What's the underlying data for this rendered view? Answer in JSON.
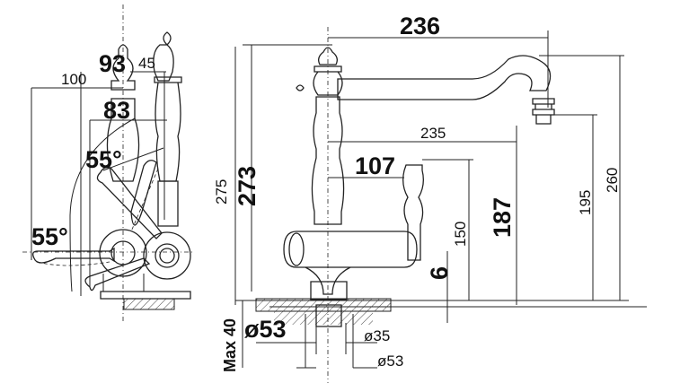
{
  "title": "Faucet dimension drawing",
  "side_view": {
    "d93": "93",
    "d45": "45",
    "d100": "100",
    "d83": "83",
    "angle_top": "55°",
    "angle_bottom": "55°"
  },
  "front_view": {
    "d236": "236",
    "d235": "235",
    "d107": "107",
    "d187": "187",
    "d150": "150",
    "d6": "6",
    "d195": "195",
    "d260": "260",
    "d273": "273",
    "d275": "275",
    "hole_dia": "ø53",
    "max_thickness": "Max 40",
    "thread_dia": "ø35",
    "base_dia": "ø53"
  }
}
